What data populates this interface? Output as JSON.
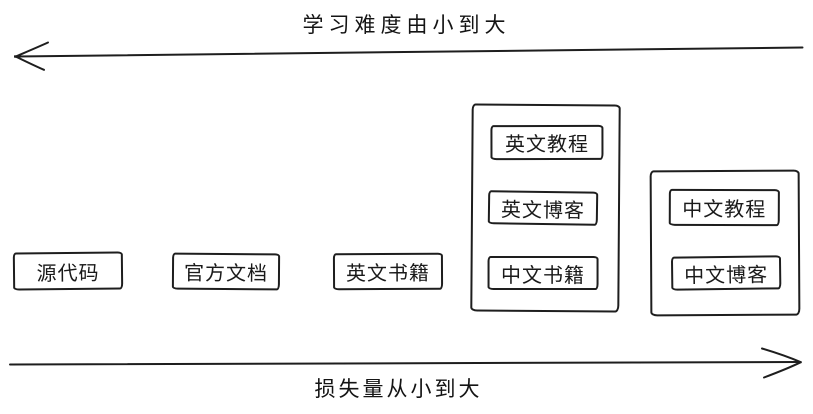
{
  "diagram": {
    "background": "#ffffff",
    "stroke_color": "#1e1e1e",
    "top_axis": {
      "label": "学习难度由小到大",
      "arrow_direction": "left"
    },
    "bottom_axis": {
      "label": "损失量从小到大",
      "arrow_direction": "right"
    },
    "nodes": [
      {
        "label": "源代码"
      },
      {
        "label": "官方文档"
      },
      {
        "label": "英文书籍"
      }
    ],
    "groups": [
      {
        "items": [
          {
            "label": "英文教程"
          },
          {
            "label": "英文博客"
          },
          {
            "label": "中文书籍"
          }
        ]
      },
      {
        "items": [
          {
            "label": "中文教程"
          },
          {
            "label": "中文博客"
          }
        ]
      }
    ]
  }
}
